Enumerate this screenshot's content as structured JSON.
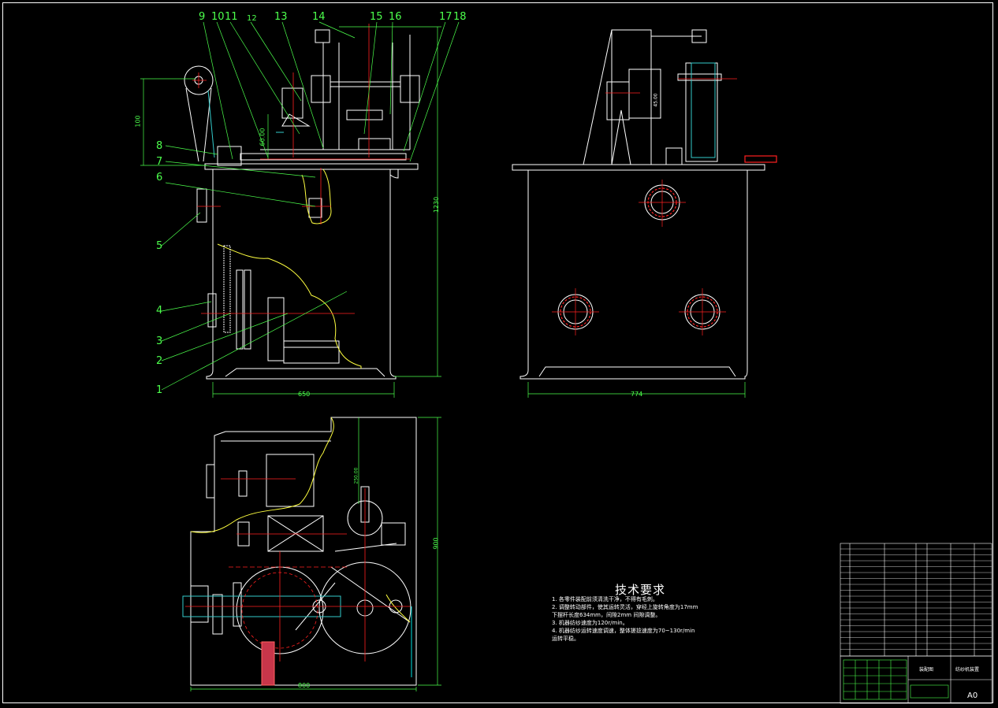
{
  "drawing": {
    "part_labels": [
      "9",
      "10",
      "11",
      "12",
      "13",
      "14",
      "15",
      "16",
      "17",
      "18",
      "8",
      "7",
      "6",
      "5",
      "4",
      "3",
      "2",
      "1"
    ],
    "dimensions": {
      "d100": "100",
      "d60": "60.00",
      "d1230": "1230",
      "d650": "650",
      "d774": "774",
      "d900": "900",
      "d800": "800",
      "d250": "250.00",
      "d45": "45.00"
    },
    "technical_requirements": {
      "title": "技术要求",
      "lines": [
        "1. 各零件装配前须清洗干净，不得有毛刺。",
        "2. 调整转动部件，使其运转灵活，穿经上旋转角度为17mm",
        "下摆杆长度634mm，间隙2mm 间隙调整。",
        "3. 机器纺纱速度为120r/min。",
        "4. 机器纺纱运转速度调速，整体搓捻速度为70~130r/min",
        "运转平稳。"
      ]
    },
    "title_block": {
      "sheet_size": "A0",
      "drawing_name": "装配图",
      "material": "纺纱机装置"
    }
  },
  "colors": {
    "background": "#000000",
    "outline": "#ffffff",
    "annotation": "#4cff4c",
    "centerline": "#ff2020",
    "section_boundary": "#ffff40",
    "highlight": "#33cccc",
    "text": "#ffffff"
  }
}
